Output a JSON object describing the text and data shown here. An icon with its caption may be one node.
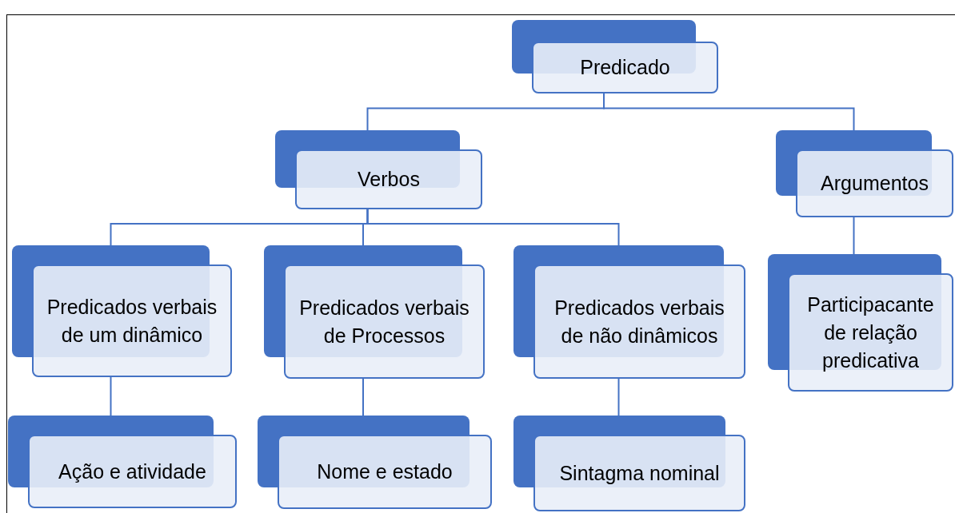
{
  "diagram": {
    "nodes": [
      {
        "text": [
          "Predicado"
        ]
      },
      {
        "text": [
          "Verbos"
        ]
      },
      {
        "text": [
          "Argumentos"
        ]
      },
      {
        "text": [
          "Predicados verbais de um dinâmico"
        ]
      },
      {
        "text": [
          "Predicados verbais de Processos"
        ]
      },
      {
        "text": [
          "Predicados verbais de não dinâmicos"
        ]
      },
      {
        "text": [
          "Participacante de relação predicativa"
        ]
      },
      {
        "text": [
          "Ação e atividade"
        ]
      },
      {
        "text": [
          "Nome e estado"
        ]
      },
      {
        "text": [
          "Sintagma nominal"
        ]
      }
    ],
    "edges": [
      {
        "from": 0,
        "to": 1,
        "arrow": "none"
      },
      {
        "from": 0,
        "to": 2,
        "arrow": "none"
      },
      {
        "from": 1,
        "to": 3,
        "arrow": "none"
      },
      {
        "from": 1,
        "to": 4,
        "arrow": "none"
      },
      {
        "from": 1,
        "to": 5,
        "arrow": "none"
      },
      {
        "from": 2,
        "to": 6,
        "arrow": "none"
      },
      {
        "from": 3,
        "to": 7,
        "arrow": "none"
      },
      {
        "from": 4,
        "to": 8,
        "arrow": "none"
      },
      {
        "from": 5,
        "to": 9,
        "arrow": "none"
      }
    ]
  }
}
